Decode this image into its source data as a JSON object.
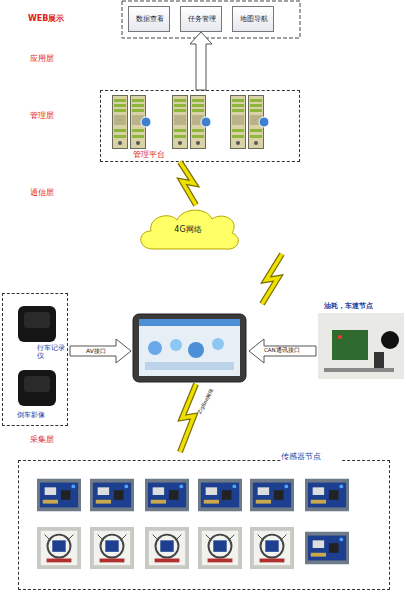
{
  "diagram": {
    "nodes": [
      {
        "text": [
          "数据查看"
        ]
      },
      {
        "text": [
          "任务管理"
        ]
      },
      {
        "text": [
          "地图导航"
        ]
      },
      {
        "text": [
          "管理平台"
        ]
      },
      {
        "text": [
          "4G网络"
        ]
      },
      {
        "text": [
          "行车记录仪",
          "倒车影像"
        ]
      },
      {
        "text": [
          "油耗，车速节点"
        ]
      },
      {
        "text": [
          "传感器节点"
        ]
      }
    ],
    "edges": [
      {
        "from": 3,
        "to": 1,
        "arrow": "to"
      },
      {
        "from": 4,
        "to": 3,
        "arrow": "none"
      }
    ],
    "labels": [
      "WEB展示",
      "应用层",
      "管理层",
      "通信层",
      "采集层",
      "AV接口",
      "CAN通讯接口",
      "ZigBee网络"
    ]
  }
}
